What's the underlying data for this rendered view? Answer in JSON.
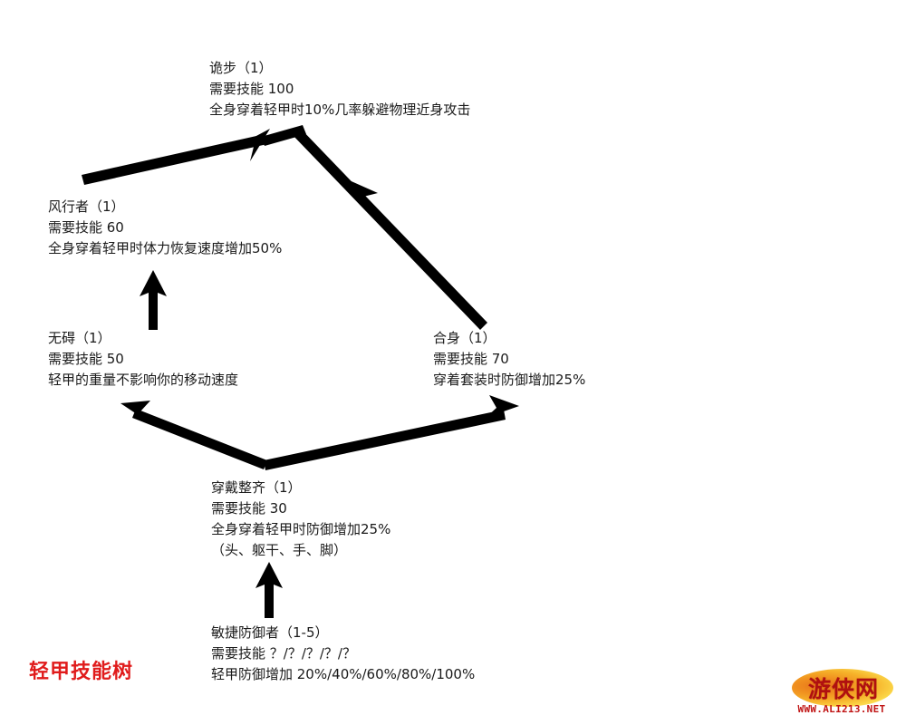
{
  "title": "轻甲技能树",
  "nodes": [
    {
      "id": "light-step",
      "name": "诡步（1）",
      "requirement": "需要技能 100",
      "effect": "全身穿着轻甲时10%几率躲避物理近身攻击",
      "extra": ""
    },
    {
      "id": "wind-walker",
      "name": "风行者（1）",
      "requirement": "需要技能 60",
      "effect": "全身穿着轻甲时体力恢复速度增加50%",
      "extra": ""
    },
    {
      "id": "unhindered",
      "name": "无碍（1）",
      "requirement": "需要技能 50",
      "effect": "轻甲的重量不影响你的移动速度",
      "extra": ""
    },
    {
      "id": "custom-fit",
      "name": "合身（1）",
      "requirement": "需要技能 70",
      "effect": "穿着套装时防御增加25%",
      "extra": ""
    },
    {
      "id": "well-fitted",
      "name": "穿戴整齐（1）",
      "requirement": "需要技能 30",
      "effect": "全身穿着轻甲时防御增加25%",
      "extra": "（头、躯干、手、脚）"
    },
    {
      "id": "agile-defender",
      "name": "敏捷防御者（1-5）",
      "requirement": "需要技能 ？/？/？/？/？",
      "effect": "轻甲防御增加 20%/40%/60%/80%/100%",
      "extra": ""
    }
  ],
  "watermark": {
    "brand": "游侠网",
    "url": "WWW.ALI213.NET"
  },
  "colors": {
    "title_red": "#e01b1b",
    "text": "#1a1a1a",
    "arrow": "#000000",
    "background": "#ffffff"
  }
}
